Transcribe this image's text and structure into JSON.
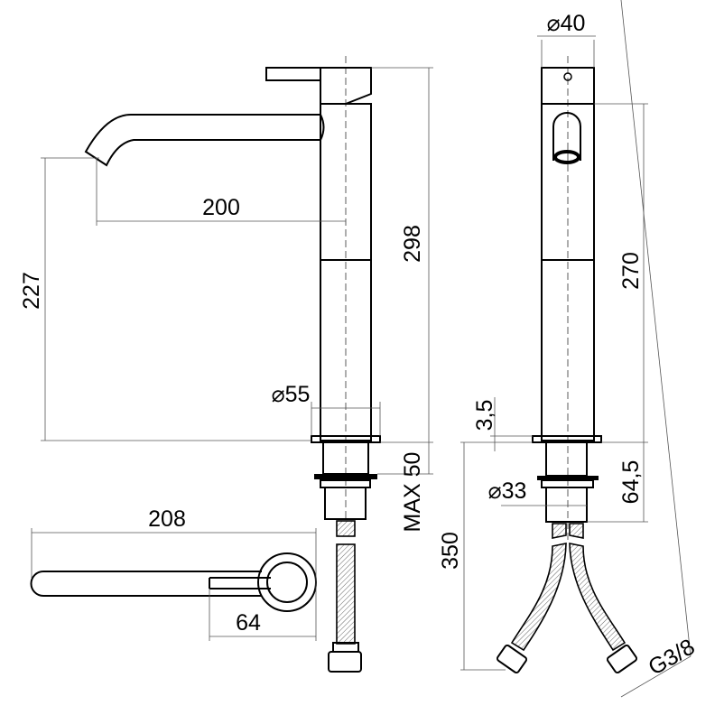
{
  "drawing": {
    "title": "Tall basin mixer technical drawing",
    "dimensions": {
      "spout_reach": "200",
      "spout_height": "227",
      "total_height": "298",
      "base_diameter": "⌀55",
      "max_deck_thickness": "MAX 50",
      "handle_length": "208",
      "handle_offset": "64",
      "body_diameter": "⌀40",
      "body_height": "270",
      "base_plate": "3,5",
      "shank_diameter": "⌀33",
      "shank_length": "64,5",
      "hose_length": "350",
      "hose_thread": "G3/8"
    }
  }
}
